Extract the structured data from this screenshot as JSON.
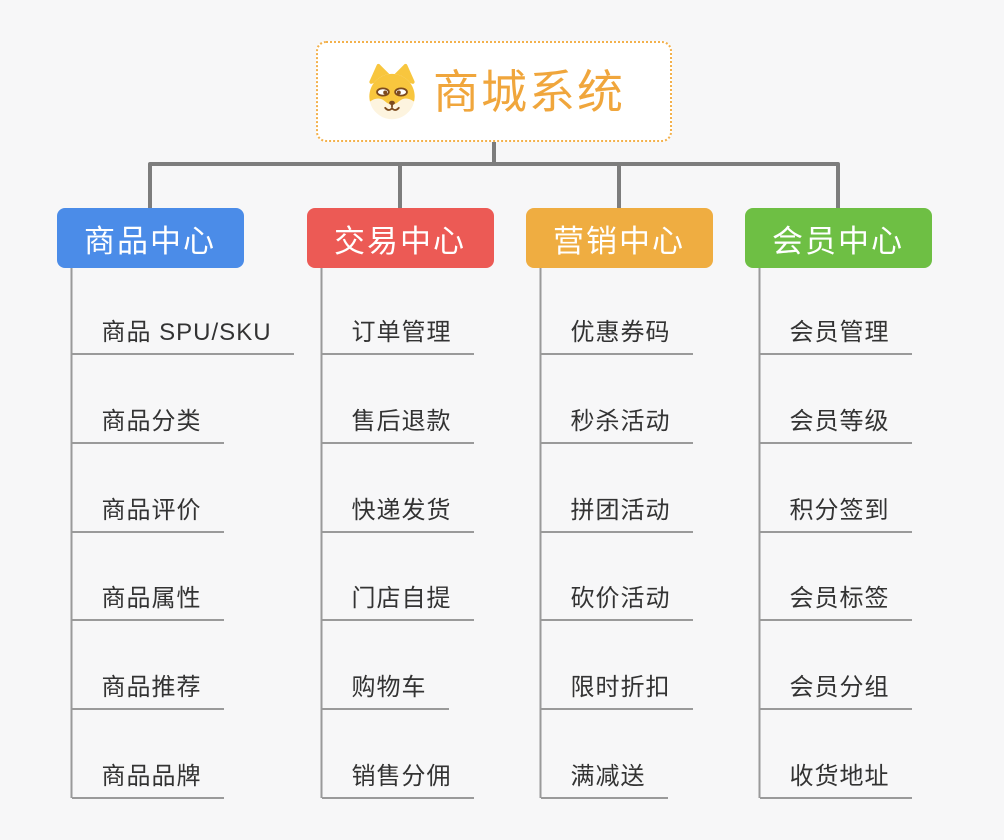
{
  "root": {
    "title": "商城系统",
    "icon": "doge-icon",
    "title_color": "#f0a63c",
    "border_color": "#f3b14c"
  },
  "branches": [
    {
      "label": "商品中心",
      "color": "#4b8ce8",
      "children": [
        "商品 SPU/SKU",
        "商品分类",
        "商品评价",
        "商品属性",
        "商品推荐",
        "商品品牌"
      ]
    },
    {
      "label": "交易中心",
      "color": "#ec5a55",
      "children": [
        "订单管理",
        "售后退款",
        "快递发货",
        "门店自提",
        "购物车",
        "销售分佣"
      ]
    },
    {
      "label": "营销中心",
      "color": "#efad41",
      "children": [
        "优惠券码",
        "秒杀活动",
        "拼团活动",
        "砍价活动",
        "限时折扣",
        "满减送"
      ]
    },
    {
      "label": "会员中心",
      "color": "#6ebf44",
      "children": [
        "会员管理",
        "会员等级",
        "积分签到",
        "会员标签",
        "会员分组",
        "收货地址"
      ]
    }
  ],
  "colors": {
    "background": "#f7f7f8",
    "top_connector": "#7d7d7d",
    "trunk_line": "#9a9a9a",
    "leaf_text": "#333333"
  }
}
